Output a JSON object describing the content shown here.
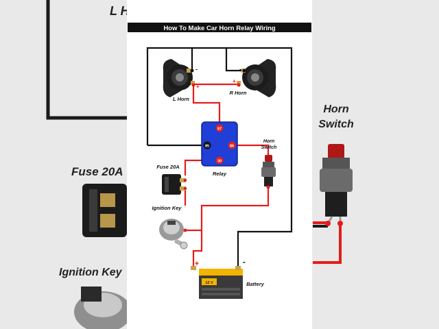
{
  "title": "How To Make Car Horn Relay Wiring",
  "labels": {
    "l_horn": "L Horn",
    "r_horn": "R Horn",
    "relay": "Relay",
    "horn_switch_line1": "Horn",
    "horn_switch_line2": "Switch",
    "fuse": "Fuse 20A",
    "ignition_key": "Ignition Key",
    "battery": "Battery",
    "battery_voltage": "12 V"
  },
  "relay_pins": {
    "p87": "87",
    "p85": "85",
    "p86": "86",
    "p30": "30"
  },
  "signs": {
    "plus": "+",
    "minus": "-"
  },
  "side_left": {
    "horn": "L H",
    "fuse": "Fuse 20A",
    "ignition": "Ignition Key"
  },
  "side_right": {
    "line1": "Horn",
    "line2": "Switch"
  },
  "colors": {
    "positive_wire": "#e51b1b",
    "ground_wire": "#111111",
    "relay_body": "#1f3fd6",
    "pin_fill": "#e02020",
    "title_bar": "#111111",
    "battery_top": "#f2b400",
    "battery_body": "#3a3a3a"
  }
}
